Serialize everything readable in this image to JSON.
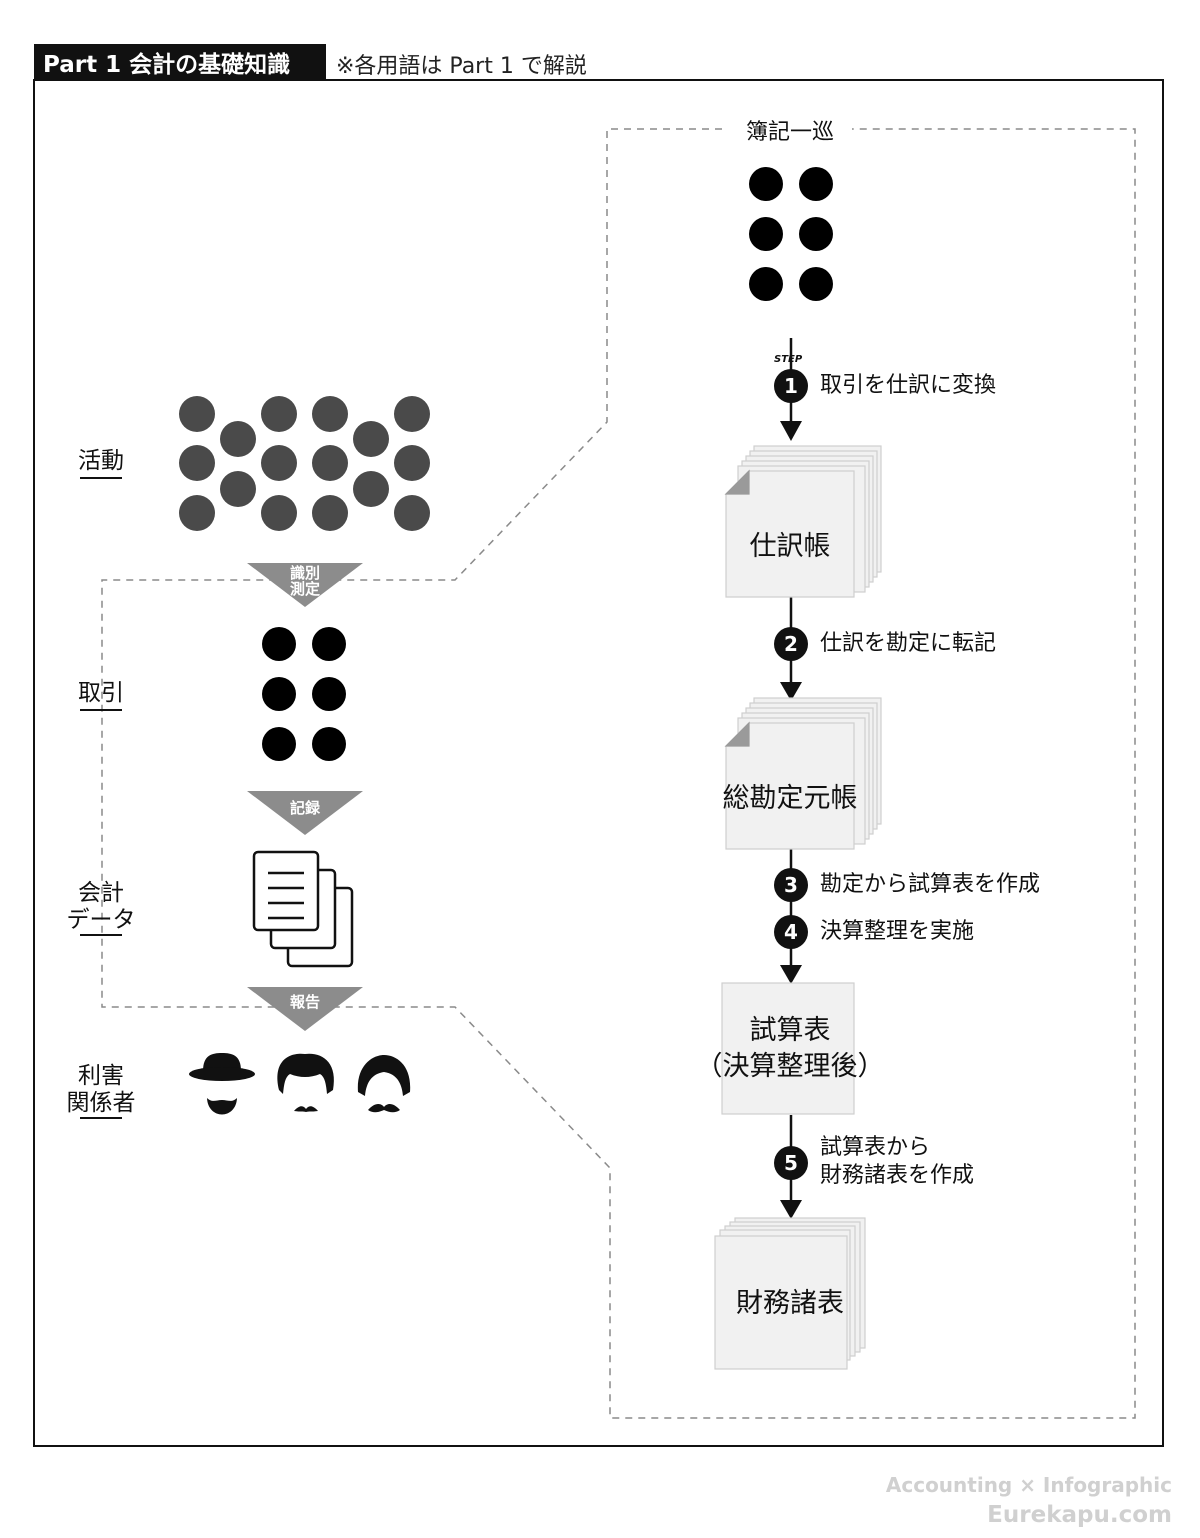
{
  "header": {
    "part_label": "Part  1   会計の基礎知識",
    "note": "※各用語は Part 1 で解説"
  },
  "left_labels": {
    "activity": "活動",
    "transaction": "取引",
    "accounting_data_1": "会計",
    "accounting_data_2": "データ",
    "stakeholders_1": "利害",
    "stakeholders_2": "関係者"
  },
  "arrows": {
    "identify_1": "識別",
    "identify_2": "測定",
    "record": "記録",
    "report": "報告"
  },
  "cycle": {
    "title": "簿記一巡",
    "step_tag": "STEP",
    "steps": [
      {
        "num": "1",
        "text": "取引を仕訳に変換"
      },
      {
        "num": "2",
        "text": "仕訳を勘定に転記"
      },
      {
        "num": "3",
        "text": "勘定から試算表を作成"
      },
      {
        "num": "4",
        "text": "決算整理を実施"
      },
      {
        "num": "5",
        "text_1": "試算表から",
        "text_2": "財務諸表を作成"
      }
    ],
    "boxes": {
      "journal": "仕訳帳",
      "ledger": "総勘定元帳",
      "trial_1": "試算表",
      "trial_2": "（決算整理後）",
      "statements": "財務諸表"
    }
  },
  "watermark": {
    "line1": "Accounting × Infographic",
    "line2": "Eurekapu.com"
  },
  "colors": {
    "dark": "#111111",
    "dot_gray": "#4a4a4a",
    "arrow_gray": "#8c8c8c",
    "paper": "#f0f0f0",
    "dash": "#8a8a8a"
  }
}
